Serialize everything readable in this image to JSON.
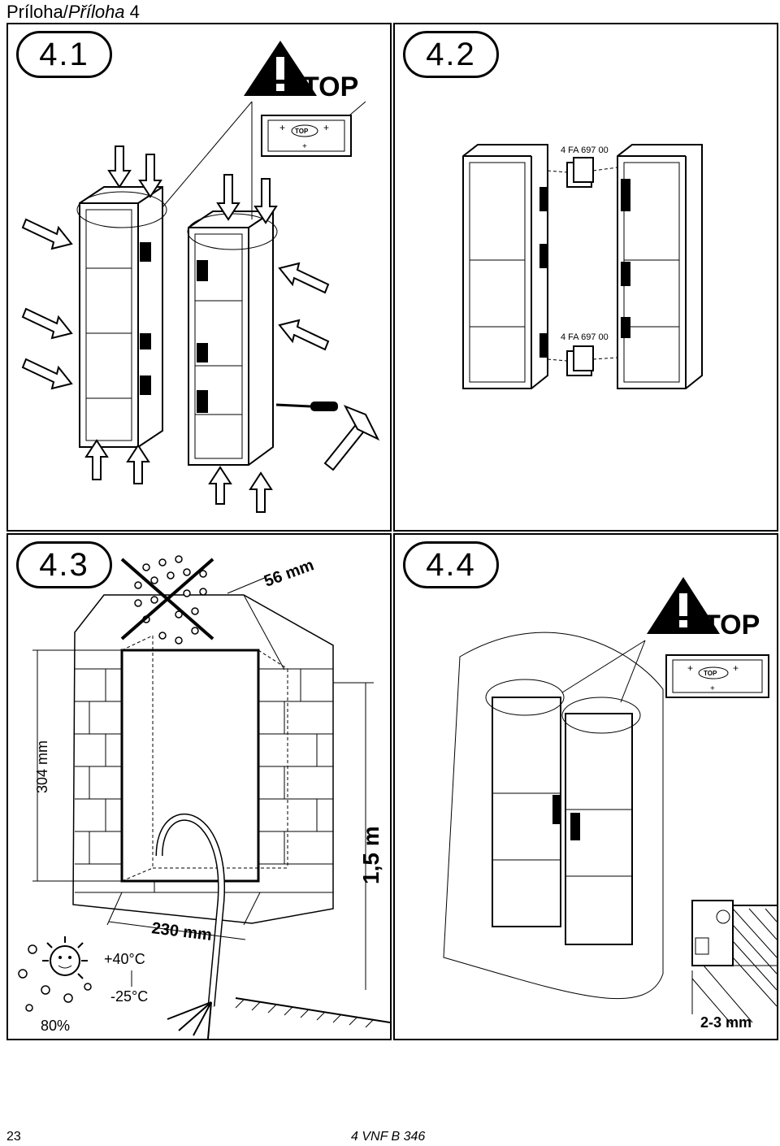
{
  "header": {
    "title_regular": "Príloha/",
    "title_italic": "Příloha",
    "title_num": " 4"
  },
  "panels": [
    {
      "badge": "4.1",
      "top_label": "TOP"
    },
    {
      "badge": "4.2",
      "part_top": "4 FA 697 00",
      "part_bottom": "4 FA 697 00"
    },
    {
      "badge": "4.3",
      "depth": "56 mm",
      "height": "304 mm",
      "width": "230 mm",
      "mount_height": "1,5 m",
      "temp_max": "+40°C",
      "temp_min": "-25°C",
      "humidity": "80%"
    },
    {
      "badge": "4.4",
      "top_label": "TOP",
      "gap": "2-3 mm"
    }
  ],
  "inset_label": "TOP",
  "footer": {
    "page": "23",
    "doc": "4 VNF B 346"
  }
}
